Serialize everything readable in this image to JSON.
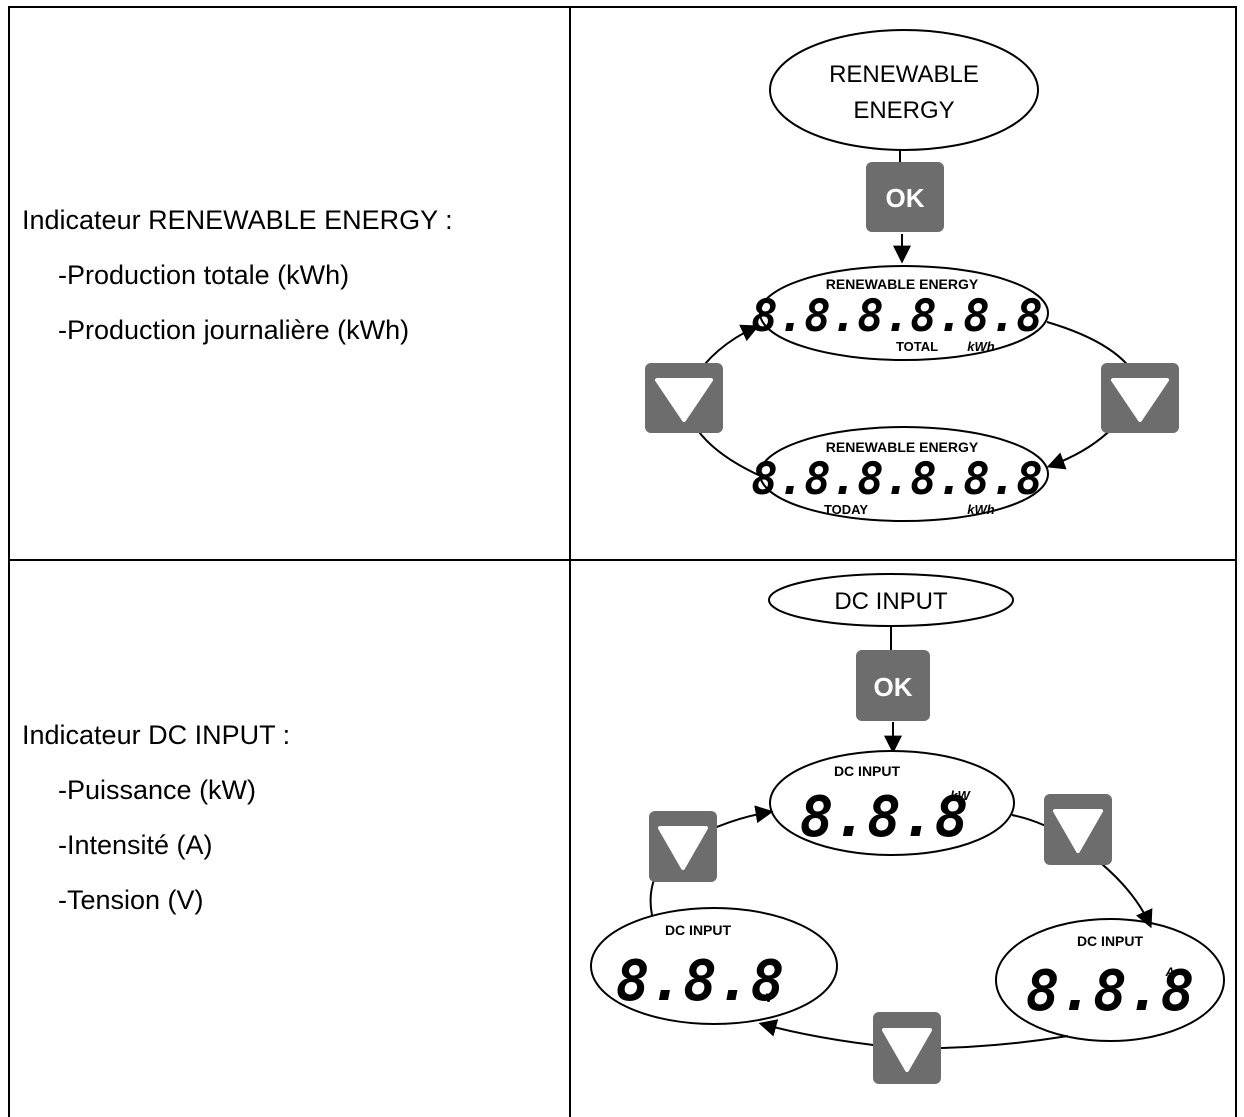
{
  "sections": [
    {
      "heading": "Indicateur RENEWABLE ENERGY :",
      "items": [
        "-Production totale (kWh)",
        "-Production journalière (kWh)"
      ],
      "diagram": {
        "entry_label_line1": "RENEWABLE",
        "entry_label_line2": "ENERGY",
        "ok_label": "OK",
        "display1": {
          "title": "RENEWABLE ENERGY",
          "digits": "8.8.8.8.8.8",
          "left_tag": "TOTAL",
          "unit": "kWh"
        },
        "display2": {
          "title": "RENEWABLE ENERGY",
          "digits": "8.8.8.8.8.8",
          "left_tag": "TODAY",
          "unit": "kWh"
        }
      }
    },
    {
      "heading": "Indicateur DC INPUT :",
      "items": [
        "-Puissance (kW)",
        "-Intensité (A)",
        "-Tension (V)"
      ],
      "diagram": {
        "entry_label": "DC INPUT",
        "ok_label": "OK",
        "display_kw": {
          "title": "DC INPUT",
          "digits": "8.8.8",
          "unit": "kW"
        },
        "display_a": {
          "title": "DC INPUT",
          "digits": "8.8.8",
          "unit": "A"
        },
        "display_v": {
          "title": "DC INPUT",
          "digits": "8.8.8",
          "unit": "V"
        }
      }
    }
  ],
  "colors": {
    "button_fill": "#6d6d6d",
    "button_symbol": "#ffffff",
    "border": "#000000"
  },
  "icons": {
    "down_button": "down-triangle-icon",
    "ok_button": "ok-button"
  }
}
